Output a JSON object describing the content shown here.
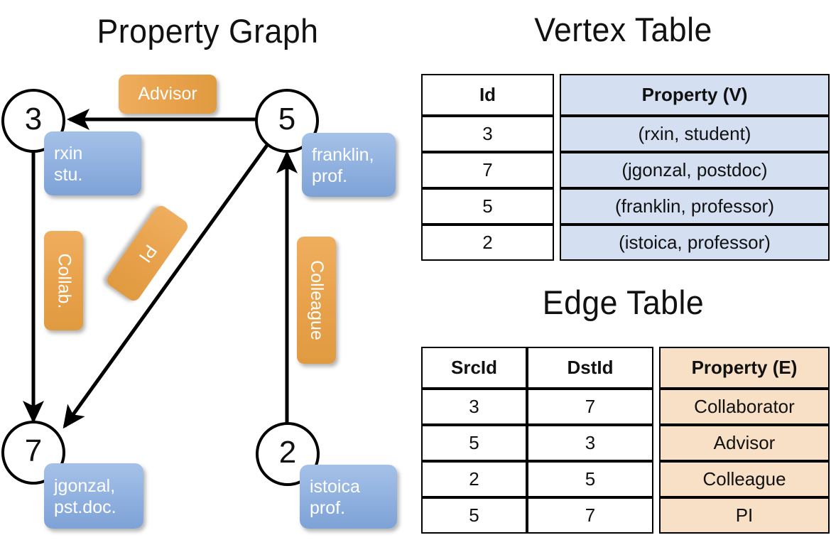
{
  "titles": {
    "property_graph": "Property Graph",
    "vertex_table": "Vertex Table",
    "edge_table": "Edge Table"
  },
  "graph": {
    "nodes": [
      {
        "id": "3",
        "label_lines": [
          "rxin",
          "stu."
        ]
      },
      {
        "id": "5",
        "label_lines": [
          "franklin,",
          "prof."
        ]
      },
      {
        "id": "7",
        "label_lines": [
          "jgonzal,",
          "pst.doc."
        ]
      },
      {
        "id": "2",
        "label_lines": [
          "istoica",
          "prof."
        ]
      }
    ],
    "edge_labels": [
      {
        "name": "advisor",
        "text": "Advisor"
      },
      {
        "name": "collab",
        "text": "Collab."
      },
      {
        "name": "pi",
        "text": "PI"
      },
      {
        "name": "colleague",
        "text": "Colleague"
      }
    ],
    "edges": [
      {
        "src": "5",
        "dst": "3",
        "label": "Advisor"
      },
      {
        "src": "3",
        "dst": "7",
        "label": "Collab."
      },
      {
        "src": "5",
        "dst": "7",
        "label": "PI"
      },
      {
        "src": "2",
        "dst": "5",
        "label": "Colleague"
      }
    ]
  },
  "vertex_table": {
    "headers": [
      "Id",
      "Property (V)"
    ],
    "rows": [
      {
        "id": "3",
        "property": "(rxin, student)"
      },
      {
        "id": "7",
        "property": "(jgonzal, postdoc)"
      },
      {
        "id": "5",
        "property": "(franklin, professor)"
      },
      {
        "id": "2",
        "property": "(istoica, professor)"
      }
    ]
  },
  "edge_table": {
    "headers": [
      "SrcId",
      "DstId",
      "Property (E)"
    ],
    "rows": [
      {
        "src": "3",
        "dst": "7",
        "property": "Collaborator"
      },
      {
        "src": "5",
        "dst": "3",
        "property": "Advisor"
      },
      {
        "src": "2",
        "dst": "5",
        "property": "Colleague"
      },
      {
        "src": "5",
        "dst": "7",
        "property": "PI"
      }
    ]
  },
  "colors": {
    "vertex_property_fill": "#d4e0f2",
    "edge_property_fill": "#f7e0c5",
    "node_box_blue": "#8fb0df",
    "edge_label_orange": "#e9a24c",
    "stroke": "#000000",
    "background": "#ffffff"
  }
}
